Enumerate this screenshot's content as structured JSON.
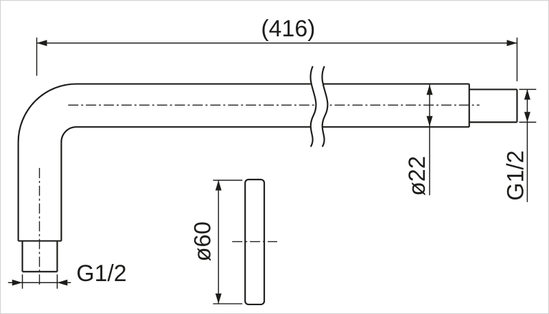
{
  "drawing": {
    "labels": {
      "overall_length": "(416)",
      "pipe_diameter": "ø22",
      "right_thread": "G1/2",
      "bottom_thread": "G1/2",
      "flange_diameter": "ø60"
    },
    "colors": {
      "line": "#1d1d1b",
      "background": "#ffffff"
    }
  }
}
